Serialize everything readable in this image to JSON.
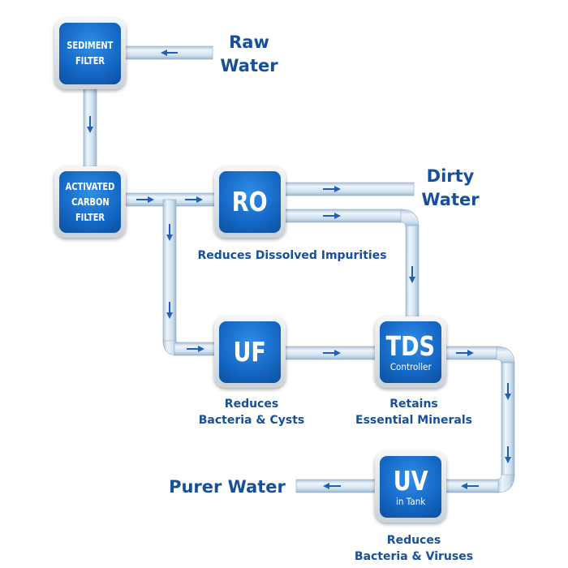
{
  "nodes": {
    "sediment": {
      "lines": [
        "SEDIMENT",
        "FILTER"
      ]
    },
    "carbon": {
      "lines": [
        "ACTIVATED",
        "CARBON",
        "FILTER"
      ]
    },
    "ro": {
      "title": "RO"
    },
    "uf": {
      "title": "UF"
    },
    "tds": {
      "title": "TDS",
      "subtitle": "Controller"
    },
    "uv": {
      "title": "UV",
      "subtitle": "in Tank"
    }
  },
  "labels": {
    "raw_water": [
      "Raw",
      "Water"
    ],
    "dirty_water": [
      "Dirty",
      "Water"
    ],
    "purer_water": "Purer Water"
  },
  "captions": {
    "ro": "Reduces Dissolved Impurities",
    "uf": [
      "Reduces",
      "Bacteria & Cysts"
    ],
    "tds": [
      "Retains",
      "Essential Minerals"
    ],
    "uv": [
      "Reduces",
      "Bacteria & Viruses"
    ]
  },
  "colors": {
    "box_blue": "#1467c4",
    "label_blue": "#17509a",
    "pipe": "#c3d7e8",
    "arrow": "#1f5fb4"
  }
}
